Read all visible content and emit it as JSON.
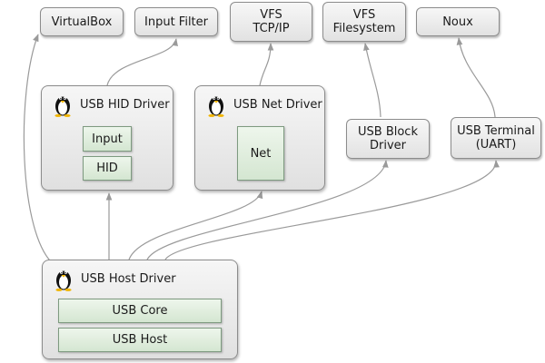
{
  "nodes": {
    "virtualbox": "VirtualBox",
    "input_filter": "Input Filter",
    "vfs_tcpip": [
      "VFS",
      "TCP/IP"
    ],
    "vfs_filesystem": [
      "VFS",
      "Filesystem"
    ],
    "noux": "Noux",
    "usb_block_driver": [
      "USB Block",
      "Driver"
    ],
    "usb_terminal": [
      "USB Terminal",
      "(UART)"
    ]
  },
  "containers": {
    "usb_hid_driver": {
      "title": "USB HID Driver",
      "subs": [
        "Input",
        "HID"
      ]
    },
    "usb_net_driver": {
      "title": "USB Net Driver",
      "subs": [
        "Net"
      ]
    },
    "usb_host_driver": {
      "title": "USB Host Driver",
      "subs": [
        "USB Core",
        "USB Host"
      ]
    }
  },
  "icons": {
    "container_icon": "tux-penguin-icon"
  },
  "colors": {
    "edge": "#9a9a9a",
    "subcomponent_fill": "#dcebd8",
    "node_fill": "#ececec"
  },
  "edges": [
    {
      "from": "usb_host_driver",
      "to": "virtualbox"
    },
    {
      "from": "usb_host_driver",
      "to": "usb_hid_driver"
    },
    {
      "from": "usb_host_driver",
      "to": "usb_net_driver"
    },
    {
      "from": "usb_host_driver",
      "to": "usb_block_driver"
    },
    {
      "from": "usb_host_driver",
      "to": "usb_terminal"
    },
    {
      "from": "usb_hid_driver",
      "to": "input_filter"
    },
    {
      "from": "usb_net_driver",
      "to": "vfs_tcpip"
    },
    {
      "from": "usb_block_driver",
      "to": "vfs_filesystem"
    },
    {
      "from": "usb_terminal",
      "to": "noux"
    }
  ]
}
